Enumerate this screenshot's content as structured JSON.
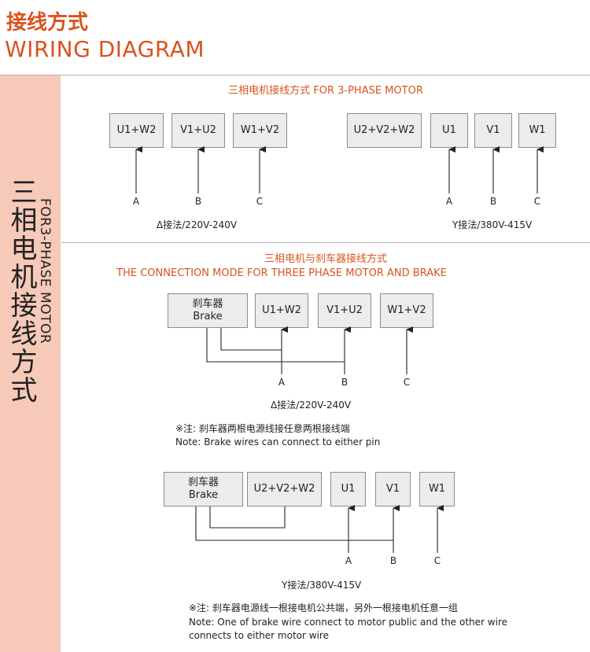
{
  "header": {
    "title_cn": "接线方式",
    "title_en": "WIRING DIAGRAM"
  },
  "sidebar": {
    "title_cn": "三相电机接线方式",
    "title_en": "FOR3-PHASE MOTOR"
  },
  "section1": {
    "title": "三相电机接线方式 FOR 3-PHASE MOTOR",
    "delta": {
      "boxes": [
        "U1+W2",
        "V1+U2",
        "W1+V2"
      ],
      "labels": [
        "A",
        "B",
        "C"
      ],
      "caption": "Δ接法/220V-240V"
    },
    "wye": {
      "boxes": [
        "U2+V2+W2",
        "U1",
        "V1",
        "W1"
      ],
      "labels": [
        "A",
        "B",
        "C"
      ],
      "caption": "Y接法/380V-415V"
    }
  },
  "section2": {
    "title_cn": "三相电机与刹车器接线方式",
    "title_en": "THE CONNECTION MODE FOR THREE PHASE MOTOR AND BRAKE",
    "delta": {
      "brake_cn": "刹车器",
      "brake_en": "Brake",
      "boxes": [
        "U1+W2",
        "V1+U2",
        "W1+V2"
      ],
      "labels": [
        "A",
        "B",
        "C"
      ],
      "caption": "Δ接法/220V-240V",
      "note_cn": "※注: 刹车器两根电源线接任意两根接线端",
      "note_en": "Note: Brake wires can connect to either pin"
    },
    "wye": {
      "brake_cn": "刹车器",
      "brake_en": "Brake",
      "boxes": [
        "U2+V2+W2",
        "U1",
        "V1",
        "W1"
      ],
      "labels": [
        "A",
        "B",
        "C"
      ],
      "caption": "Y接法/380V-415V",
      "note_cn": "※注: 刹车器电源线一根接电机公共端，另外一根接电机任意一组",
      "note_en": "Note: One of brake wire connect to motor public and the other wire connects to either motor wire"
    }
  },
  "colors": {
    "accent": "#d9531e",
    "sidebar": "#f7c9b8",
    "box_fill": "#ececec",
    "box_border": "#8c8c8c"
  }
}
